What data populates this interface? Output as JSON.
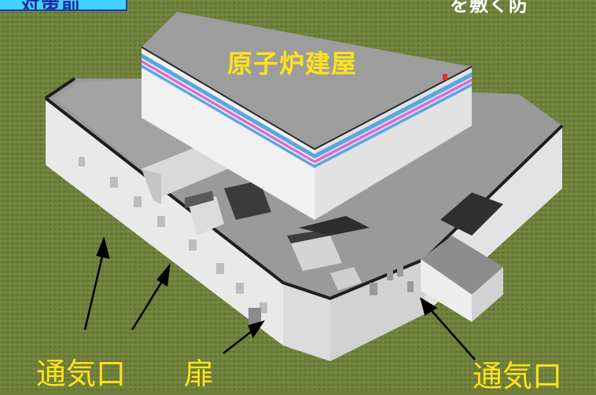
{
  "header": {
    "tag_label": "対策前",
    "top_right_text": "を敷く防"
  },
  "labels": {
    "building": "原子炉建屋",
    "vent_left": "通気口",
    "door": "扉",
    "vent_right": "通気口"
  },
  "colors": {
    "tag_bg": "#41d2ff",
    "label_yellow": "#ffe21a",
    "grass": "#6f7f3a",
    "arrow": "#000000"
  }
}
